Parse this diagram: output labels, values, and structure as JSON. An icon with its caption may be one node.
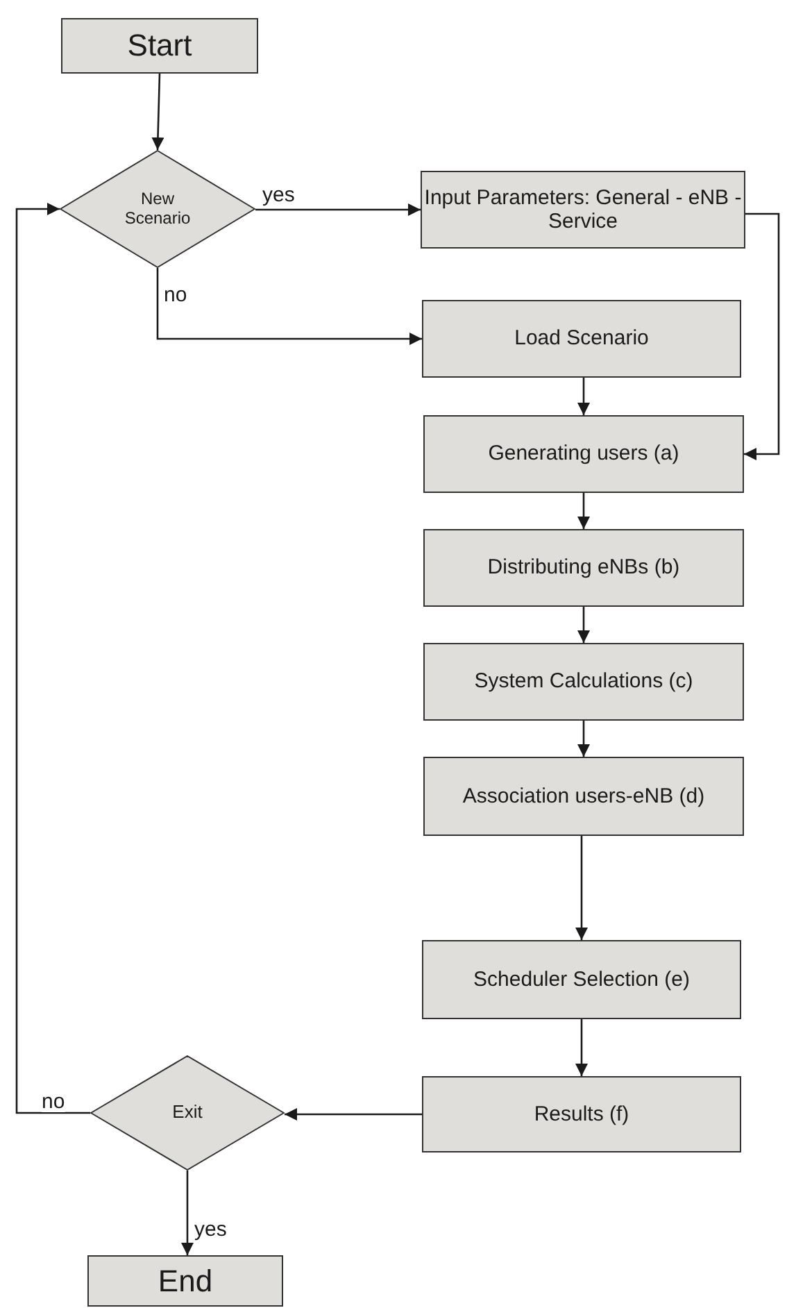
{
  "diagram": {
    "nodes": [
      {
        "text": [
          "Start"
        ]
      },
      {
        "text": [
          "New Scenario"
        ]
      },
      {
        "text": [
          "Input Parameters: General - eNB - Service"
        ]
      },
      {
        "text": [
          "Load Scenario"
        ]
      },
      {
        "text": [
          "Generating users (a)"
        ]
      },
      {
        "text": [
          "Distributing eNBs (b)"
        ]
      },
      {
        "text": [
          "System Calculations (c)"
        ]
      },
      {
        "text": [
          "Association users-eNB (d)"
        ]
      },
      {
        "text": [
          "Scheduler Selection (e)"
        ]
      },
      {
        "text": [
          "Results (f)"
        ]
      },
      {
        "text": [
          "Exit"
        ]
      },
      {
        "text": [
          "End"
        ]
      }
    ],
    "edges": [
      {
        "from": 0,
        "to": 1,
        "arrow": "to"
      },
      {
        "from": 1,
        "to": 2,
        "arrow": "to",
        "label": "yes"
      },
      {
        "from": 1,
        "to": 3,
        "arrow": "to",
        "label": "no"
      },
      {
        "from": 2,
        "to": 4,
        "arrow": "to"
      },
      {
        "from": 3,
        "to": 4,
        "arrow": "to"
      },
      {
        "from": 4,
        "to": 5,
        "arrow": "to"
      },
      {
        "from": 5,
        "to": 6,
        "arrow": "to"
      },
      {
        "from": 6,
        "to": 7,
        "arrow": "to"
      },
      {
        "from": 7,
        "to": 8,
        "arrow": "to"
      },
      {
        "from": 8,
        "to": 9,
        "arrow": "to"
      },
      {
        "from": 9,
        "to": 10,
        "arrow": "to"
      },
      {
        "from": 10,
        "to": 1,
        "arrow": "to",
        "label": "no"
      },
      {
        "from": 10,
        "to": 11,
        "arrow": "to",
        "label": "yes"
      }
    ]
  }
}
